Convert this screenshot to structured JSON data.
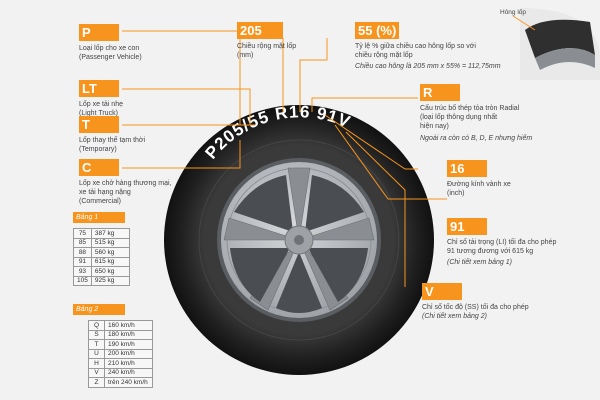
{
  "codes": {
    "P": {
      "code": "P",
      "lines": [
        "Loại lốp cho xe con",
        "(Passenger Vehicle)"
      ]
    },
    "LT": {
      "code": "LT",
      "lines": [
        "Lốp xe tải nhẹ",
        "(Light Truck)"
      ]
    },
    "T": {
      "code": "T",
      "lines": [
        "Lốp thay thế tạm thời",
        "(Temporary)"
      ]
    },
    "C": {
      "code": "C",
      "lines": [
        "Lốp xe chở hàng thương mại,",
        "xe tải hạng nặng",
        "(Commercial)"
      ]
    },
    "w205": {
      "code": "205",
      "lines": [
        "Chiều rộng mặt lốp",
        "(mm)"
      ]
    },
    "r55": {
      "code": "55 (%)",
      "lines": [
        "Tỷ lệ % giữa chiều cao hông lốp so với",
        "chiều rộng mặt lốp"
      ],
      "note": "Chiều cao hông là 205 mm x 55% = 112,75mm"
    },
    "R": {
      "code": "R",
      "lines": [
        "Cấu trúc bố thép tỏa tròn Radial",
        "(loại lốp thông dụng nhất",
        "hiện nay)"
      ],
      "note": "Ngoài ra còn có B, D, E nhưng hiếm"
    },
    "d16": {
      "code": "16",
      "lines": [
        "Đường kính vành xe",
        "(inch)"
      ]
    },
    "li91": {
      "code": "91",
      "lines": [
        "Chỉ số tải trọng (LI) tối đa cho phép",
        "91 tương đương với 615 kg"
      ],
      "note": "(Chi tiết xem bảng 1)"
    },
    "V": {
      "code": "V",
      "lines": [
        "Chỉ số tốc độ (SS) tối đa cho phép"
      ],
      "note": "(Chi tiết xem bảng 2)"
    }
  },
  "sidewall_label": "Hông lốp",
  "tire_text": "P205/55 R16 91V",
  "table1": {
    "title": "Bảng 1",
    "rows": [
      [
        "75",
        "387 kg"
      ],
      [
        "85",
        "515 kg"
      ],
      [
        "88",
        "560 kg"
      ],
      [
        "91",
        "615 kg"
      ],
      [
        "93",
        "650 kg"
      ],
      [
        "105",
        "925 kg"
      ]
    ]
  },
  "table2": {
    "title": "Bảng 2",
    "rows": [
      [
        "Q",
        "160 km/h"
      ],
      [
        "S",
        "180 km/h"
      ],
      [
        "T",
        "190 km/h"
      ],
      [
        "U",
        "200 km/h"
      ],
      [
        "H",
        "210 km/h"
      ],
      [
        "V",
        "240 km/h"
      ],
      [
        "Z",
        "trên 240 km/h"
      ]
    ]
  },
  "colors": {
    "accent": "#f7941d",
    "tire": "#2b2b2b",
    "rim": "#b9bcc0"
  }
}
